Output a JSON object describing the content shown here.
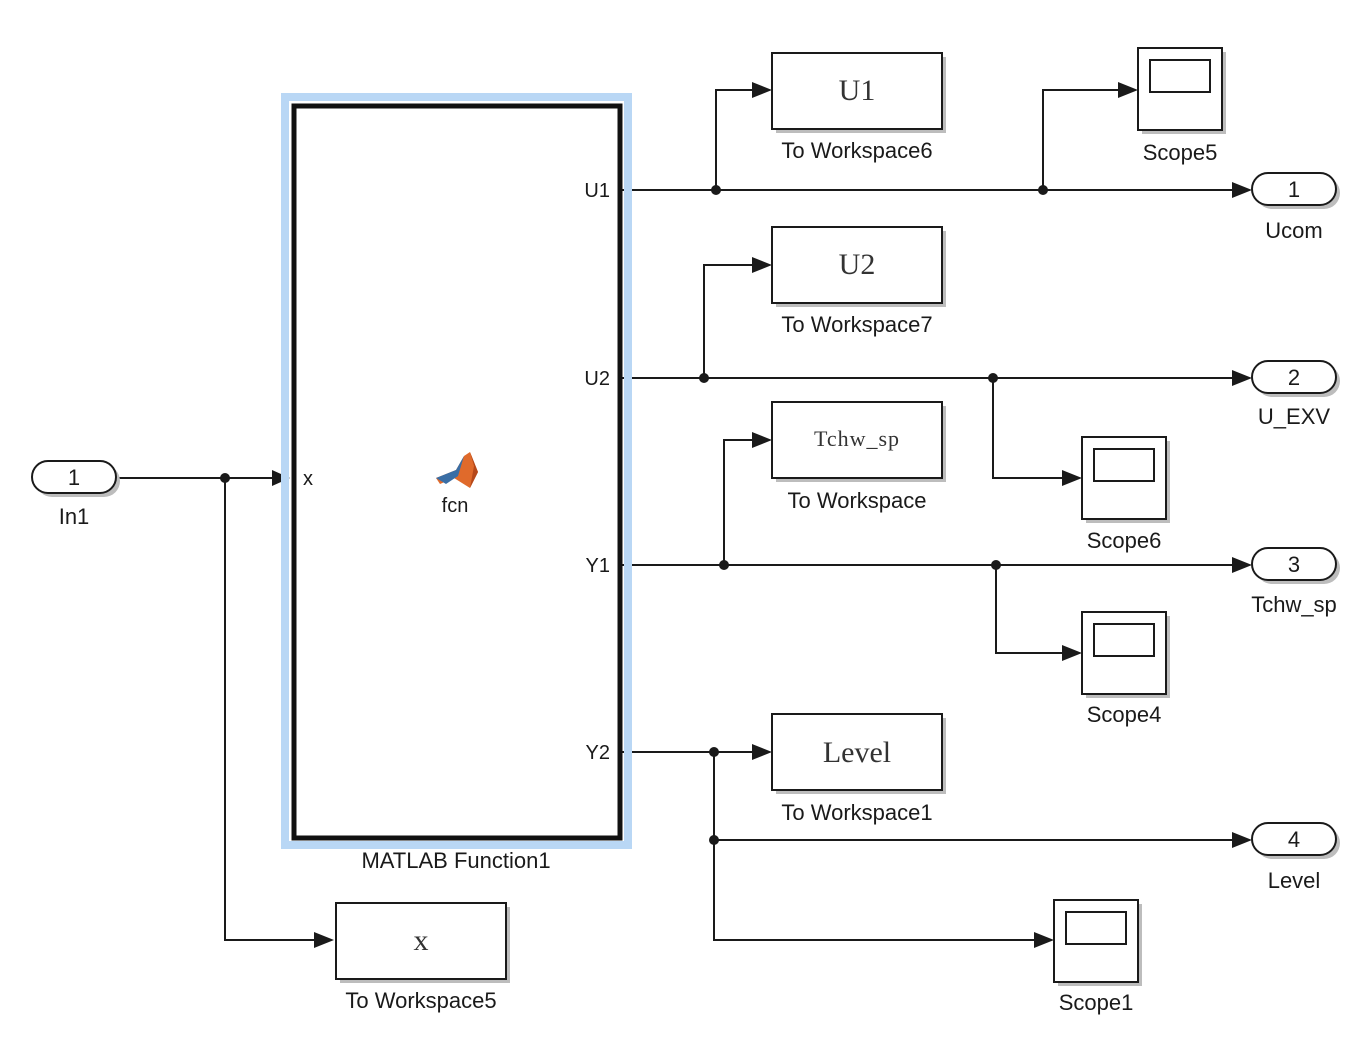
{
  "inport": {
    "number": "1",
    "name": "In1"
  },
  "matlab_function": {
    "name": "MATLAB Function1",
    "label": "fcn",
    "inputs": [
      "x"
    ],
    "outputs": [
      "U1",
      "U2",
      "Y1",
      "Y2"
    ]
  },
  "to_workspace": [
    {
      "variable": "U1",
      "name": "To Workspace6"
    },
    {
      "variable": "U2",
      "name": "To Workspace7"
    },
    {
      "variable": "Tchw_sp",
      "name": "To Workspace"
    },
    {
      "variable": "Level",
      "name": "To Workspace1"
    },
    {
      "variable": "x",
      "name": "To Workspace5"
    }
  ],
  "scopes": [
    "Scope5",
    "Scope6",
    "Scope4",
    "Scope1"
  ],
  "outports": [
    {
      "number": "1",
      "name": "Ucom"
    },
    {
      "number": "2",
      "name": "U_EXV"
    },
    {
      "number": "3",
      "name": "Tchw_sp"
    },
    {
      "number": "4",
      "name": "Level"
    }
  ],
  "colors": {
    "selection_highlight": "#b9d7f5",
    "logo_orange": "#e06a2b",
    "logo_blue": "#3a6ea5"
  }
}
